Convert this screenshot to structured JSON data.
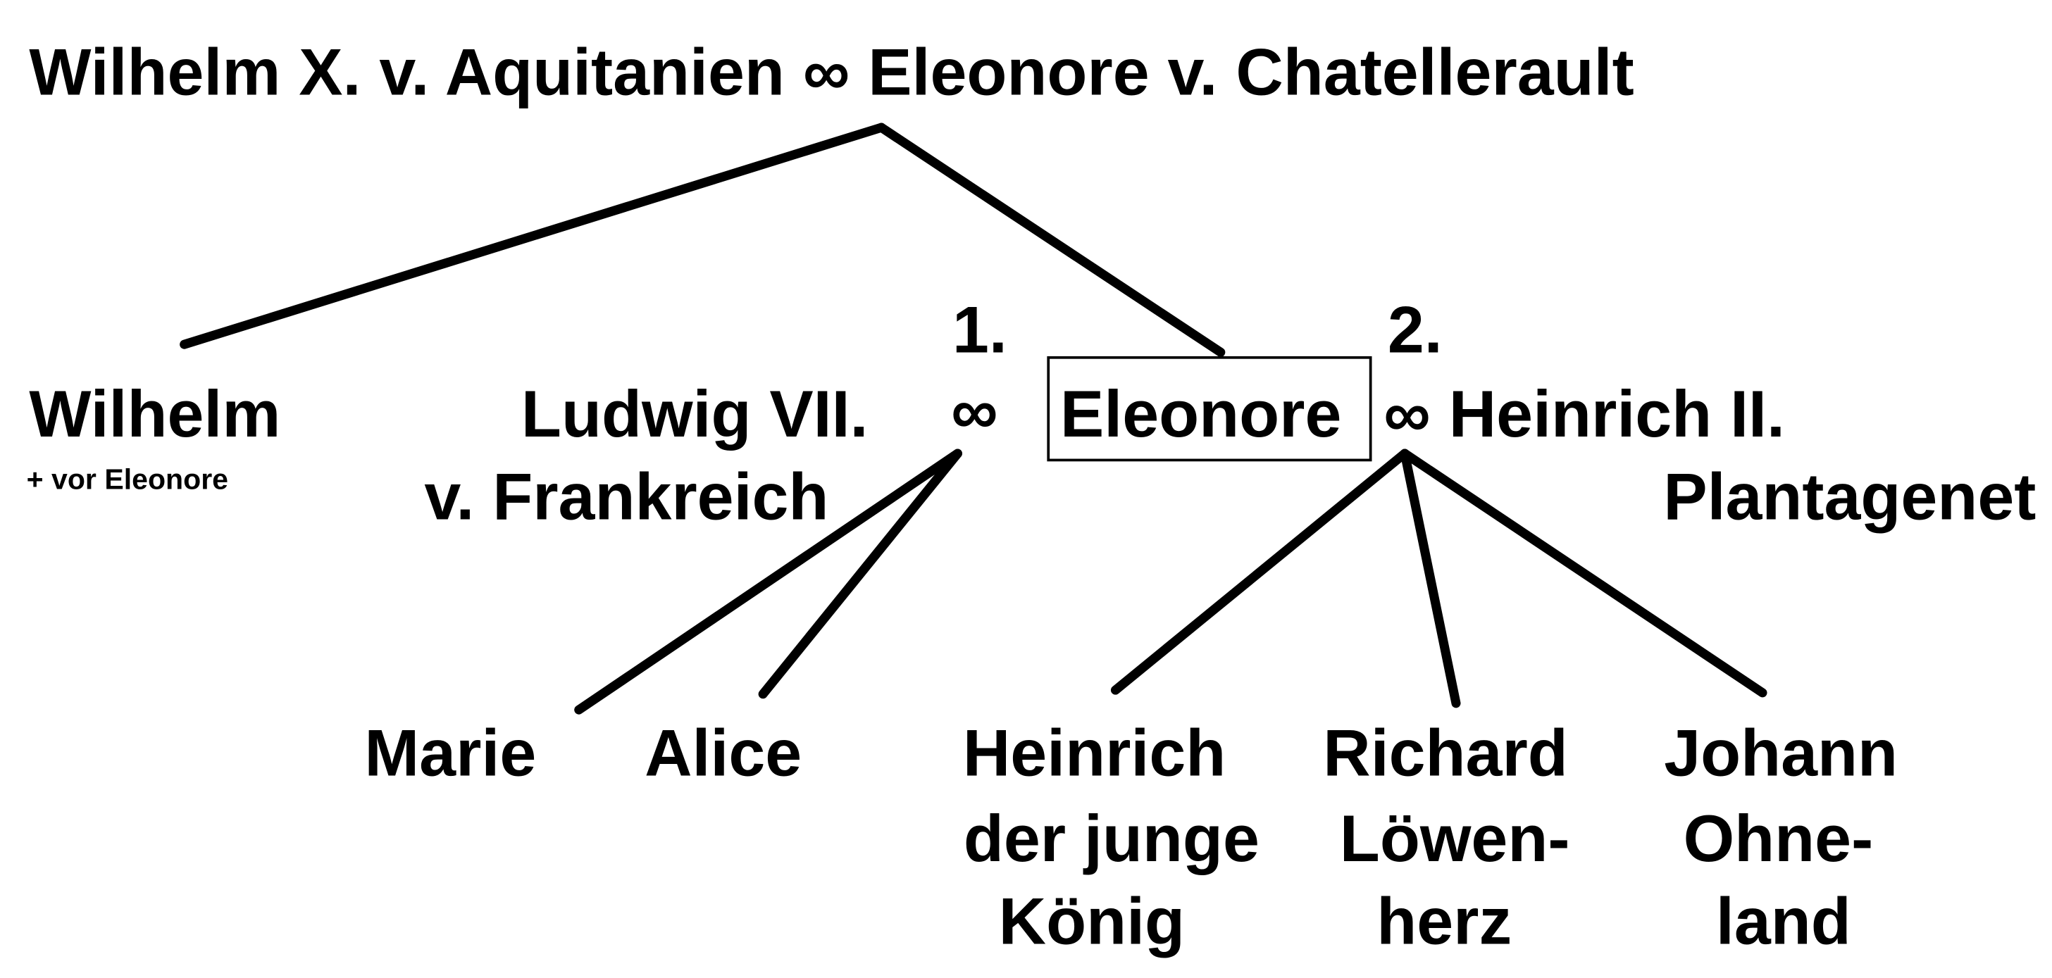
{
  "title": "Wilhelm X. v. Aquitanien ∞ Eleonore v. Chatellerault",
  "marriage_1_label": "1.",
  "marriage_2_label": "2.",
  "marriage_symbol": "∞",
  "wilhelm": {
    "name": "Wilhelm",
    "note": "+ vor Eleonore"
  },
  "ludwig": {
    "line1": "Ludwig VII.",
    "line2": "v. Frankreich"
  },
  "eleonore": "Eleonore",
  "heinrich2": {
    "line1": "∞ Heinrich II.",
    "line2": "Plantagenet"
  },
  "children_first_marriage": [
    {
      "name": "Marie"
    },
    {
      "name": "Alice"
    }
  ],
  "children_second_marriage": [
    {
      "line1": "Heinrich",
      "line2": "der junge",
      "line3": "König"
    },
    {
      "line1": "Richard",
      "line2": "Löwen-",
      "line3": "herz"
    },
    {
      "line1": "Johann",
      "line2": "Ohne-",
      "line3": "land"
    }
  ]
}
